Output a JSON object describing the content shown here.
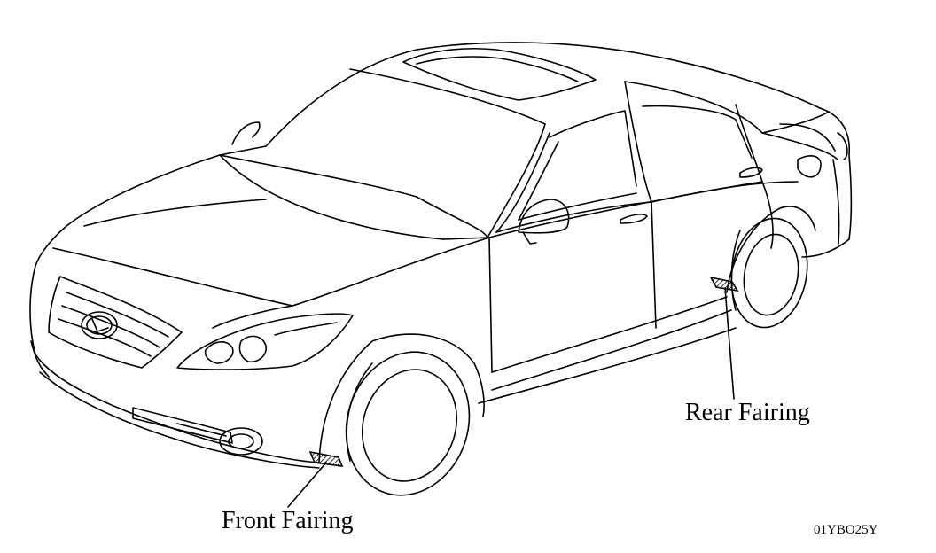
{
  "labels": {
    "front_fairing": "Front Fairing",
    "rear_fairing": "Rear Fairing",
    "figure_code": "01YBO25Y"
  },
  "colors": {
    "line": "#000000",
    "background": "#ffffff"
  }
}
